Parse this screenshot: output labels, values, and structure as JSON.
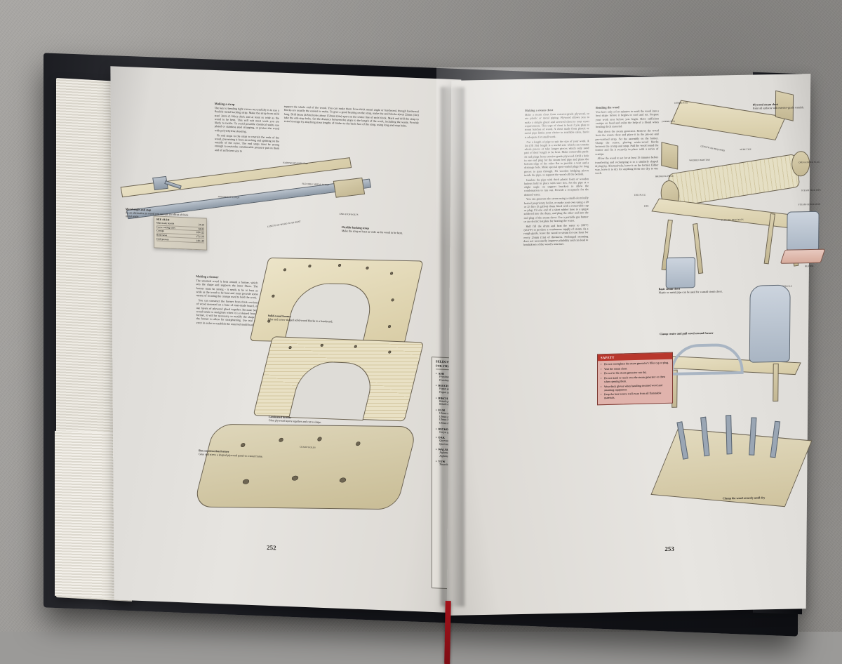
{
  "photo": {
    "subject": "open woodworking reference book on steam bending",
    "surface_color": "#9b9a98"
  },
  "left_page": {
    "page_number": "252",
    "see_also": {
      "title": "SEE ALSO",
      "rows": [
        {
          "topic": "Man-made boards",
          "pages": "34-38"
        },
        {
          "topic": "Curve cutting saws",
          "pages": "84-85"
        },
        {
          "topic": "Cramps",
          "pages": "120-122"
        },
        {
          "topic": "Band saws",
          "pages": "172-174"
        },
        {
          "topic": "Drill presses",
          "pages": "148-149"
        }
      ]
    },
    "col1": {
      "heading": "Making a strap",
      "paragraphs": [
        "The key to bending tight curves successfully is to use a flexible metal backing strap. Make the strap from mild steel 2mm (1/16in) thick and at least as wide as the wood to be bent. This will suit most work you are likely to tackle. To avoid possible chemical stains use plated or stainless steel strapping, or protect the wood with polyethylene sheeting.",
        "Fit end stops to the strap to restrain the ends of the wood, preventing it from stretching and splitting on the outside of the curve. The end stops must be strong enough to resist the considerable pressure put on them and of sufficient size to"
      ]
    },
    "col2": {
      "paragraphs": [
        "support the whole end of the wood. You can make them from thick metal angle or hardwood, though hardwood blocks are usually the easiest to make. To give a good bearing on the strap, make the end blocks about 25mm (1in) long. Drill 9mm (3/8in) holes about 150mm (6in) apart on the centre line of each block. Mark and drill the strap to take the end-stop bolts. Set the distance between the stops to the length of the work, including the waste. Provide extra leverage by attaching stout lengths of timber to the back face of the strap, using long end-stop bolts."
      ]
    },
    "col3": {
      "heading": "Making a former",
      "paragraphs": [
        "The steamed wood is bent around a former, which sets the shape and supports the inner fibres. The former must be strong - it needs to be at least as wide as the wood to be bent and must provide some means of locating the cramps used to hold the work.",
        "You can construct the former from thick sections of wood mounted on a base of man-made board, or use layers of plywood glued together. Because bent wood tends to straighten when it is released from a former, it will be necessary to modify the shape of the former to allow for straightening. Use trial and error in order to establish the required modification."
      ]
    },
    "captions": [
      {
        "title": "Metal angle and stop",
        "text": "As an alternative to wood you can use an offcut of thick metal angle."
      },
      {
        "title": "Flexible backing strap",
        "text": "Make the strap at least as wide as the wood to be bent."
      },
      {
        "title": "Solid-wood former",
        "text": "Glue and screw shaped solid-wood blocks to a baseboard."
      },
      {
        "title": "Laminated former",
        "text": "Glue plywood layers together and cut to shape."
      },
      {
        "title": "Box-construction former",
        "text": "Glue and screw a shaped plywood panel to a stout frame."
      }
    ],
    "art_labels": [
      "HARDWOOD END STOP",
      "FLEXIBLE METAL STRAP",
      "HARDWOOD LEVER",
      "END-STOP BOLTS",
      "LENGTH OF WOOD TO BE BENT",
      "CRAMP HOLES"
    ],
    "wood_box": {
      "title_line1": "SELECTED WOODS",
      "title_line2": "FOR STEAM BENDING",
      "woods": [
        {
          "name": "ASH",
          "species": [
            "Fraxinus excelsior",
            "Fraxinus americana"
          ]
        },
        {
          "name": "BEECH",
          "species": [
            "Fagus grandifolia",
            "Fagus sylvatica"
          ]
        },
        {
          "name": "BIRCH",
          "species": [
            "Betula pendula",
            "Betula alleghaniensis"
          ]
        },
        {
          "name": "ELM",
          "species": [
            "Ulmus americana",
            "Ulmus procera",
            "Ulmus hollandica",
            "Ulmus thomasii"
          ]
        },
        {
          "name": "HICKORY",
          "species": [
            "Carya spp."
          ]
        },
        {
          "name": "OAK",
          "species": [
            "Quercus rubra",
            "Quercus petraea"
          ]
        },
        {
          "name": "WALNUT",
          "species": [
            "Juglans nigra",
            "Juglans regia"
          ]
        },
        {
          "name": "YEW",
          "species": [
            "Taxus baccata"
          ]
        }
      ]
    }
  },
  "right_page": {
    "page_number": "253",
    "col1": {
      "heading": "Making a steam chest",
      "paragraphs": [
        "Make a steam chest from exterior-grade plywood, or use plastic or metal piping. Plywood allows you to make a simple glued and screwed chest to your exact requirements. This type of chest is best if you plan to steam batches of wood. A chest made from plastic or metal pipe limits your choice to available sizes, but it is adequate for small work.",
        "Cut a length of pipe to suit the size of your work. A 1m (3ft 3in) length is a useful size which can contain whole pieces or take longer pieces which only need part of their length to be bent. Make removable push-fit end plugs from exterior-grade plywood. Drill a hole in one end plug for the steam feed pipe and plane the bottom edge of the other flat to provide a vent and a drainage hole. Make special open-ended plugs for long pieces to pass through. Fit wooden bridging pieces inside the pipe, to support the wood off the bottom.",
        "Insulate the pipe with thick plastic foam or wooden battens held in place with wire ties. Set the pipe at a slight angle on support brackets to allow the condensation to run out. Provide a receptacle for the drained water.",
        "You can generate the steam using a small electrically heated proprietary boiler, or make your own using a 20 or 25 litre (5 gallon) drum fitted with a removable cap or plug. Fit one end of a short rubber hose to a spigot soldered into the drum, and plug the other end into the end plug of the steam chest. Use a portable gas burner or an electric hotplate for heating the water.",
        "Half fill the drum and heat the water to 100°C (212°F) to produce a continuous supply of steam. As a rough guide, leave the wood to steam for one hour for every 25mm (1in) of thickness. Prolonged steaming does not necessarily improve pliability and can lead to breakdown of the wood's structure."
      ]
    },
    "col2": {
      "heading": "Bending the wood",
      "paragraphs": [
        "You have only a few minutes to work the wood into a bent shape before it begins to cool and set. Prepare your work area before you begin. Have sufficient cramps on hand and enlist the help of a friend when bending thick material.",
        "Shut down the steam generator. Remove the wood from the steam chest and place it in the pre-set and pre-warmed strap. Set the assembly on the former. Clamp the centre, placing waste-wood blocks between the cramp and strap. Pull the wood round the former and fix it securely in place with a series of cramps.",
        "Allow the wood to set for at least 15 minutes before transferring and reclamping it to a similarly shaped drying jig. Alternatively, leave it on the former. Either way, leave it to dry for anything from one day to one week."
      ]
    },
    "safety": {
      "title": "SAFETY",
      "items": [
        "Do not overtighten the steam generator's filler cap or plug.",
        "Vent the steam chest.",
        "Do not let the steam generator run dry.",
        "Do not stand or reach over the steam generator or chest when opening them.",
        "Wear thick gloves when handling steamed wood and steaming equipment.",
        "Keep the heat source well away from all flammable materials."
      ]
    },
    "captions": [
      {
        "title": "Plywood steam chest",
        "text": "Paint all surfaces with exterior-grade varnish."
      },
      {
        "title": "Basic steam chest",
        "text": "Plastic or metal pipe can be used for a small steam chest."
      },
      {
        "title": "Clamp centre and pull wood around former",
        "text": ""
      },
      {
        "title": "Clamp the wood securely until dry",
        "text": ""
      }
    ],
    "art_labels": [
      "100mm (4in)",
      "150mm (6in)",
      "LENGTH AS REQUIRED",
      "END PLUG",
      "PIPE",
      "BRIDGING PIECE",
      "WOODEN BATTENS",
      "WIRE TIES",
      "OPEN-ENDED PLUG",
      "STEAM FEED PIPE",
      "STEAM GENERATOR",
      "SUPPORT BRACKETS",
      "HEATER",
      "DRAINED WATER RECEPTACLE"
    ]
  },
  "colors": {
    "safety_header": "#b8372c",
    "safety_body": "#e0b3ac",
    "page_paper": "#e6e4e0",
    "wood_fill": "#e8e0c4",
    "metal_fill": "#b9c2cc",
    "ribbon": "#a3131b"
  }
}
